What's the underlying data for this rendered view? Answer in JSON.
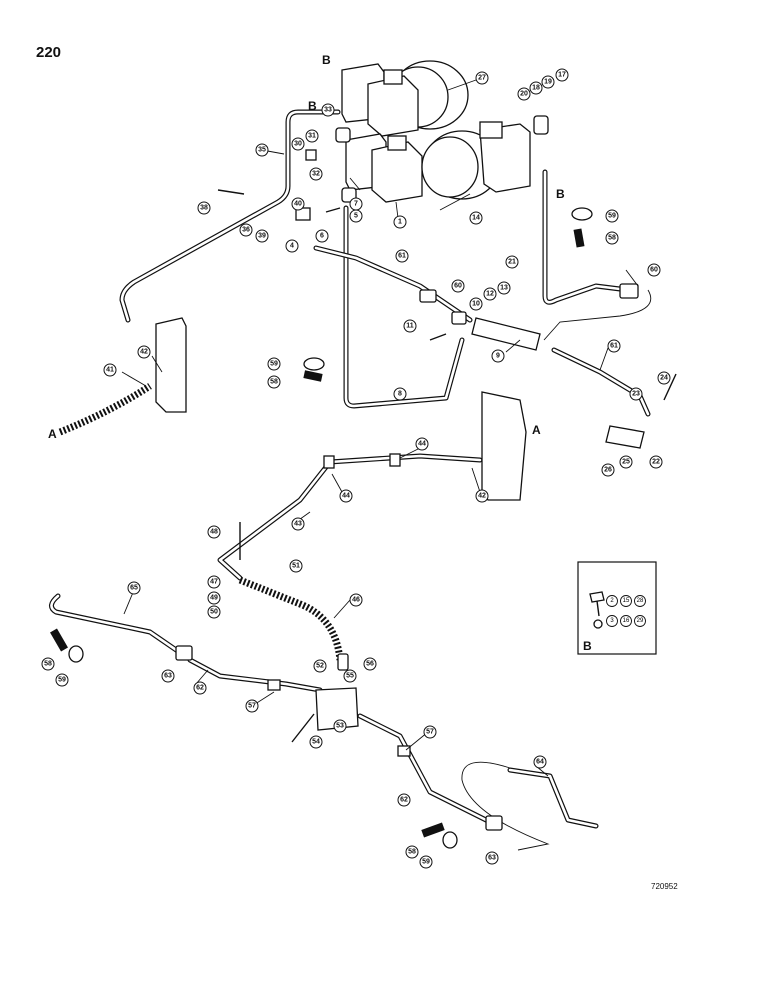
{
  "page_number": "220",
  "drawing_id": "720952",
  "detail_label": "B",
  "detail_callouts": [
    "2",
    "15",
    "28",
    "3",
    "16",
    "29"
  ],
  "view_letters": [
    "B",
    "B",
    "B",
    "A",
    "A"
  ],
  "callouts": [
    "1",
    "4",
    "5",
    "6",
    "7",
    "8",
    "9",
    "10",
    "11",
    "12",
    "13",
    "14",
    "17",
    "18",
    "19",
    "20",
    "21",
    "22",
    "23",
    "24",
    "25",
    "26",
    "27",
    "30",
    "31",
    "32",
    "33",
    "35",
    "36",
    "38",
    "39",
    "40",
    "41",
    "42",
    "42",
    "43",
    "44",
    "44",
    "46",
    "47",
    "48",
    "49",
    "50",
    "51",
    "52",
    "53",
    "54",
    "55",
    "56",
    "57",
    "57",
    "58",
    "58",
    "58",
    "58",
    "59",
    "59",
    "59",
    "59",
    "60",
    "60",
    "61",
    "61",
    "62",
    "62",
    "63",
    "63",
    "64",
    "65"
  ]
}
